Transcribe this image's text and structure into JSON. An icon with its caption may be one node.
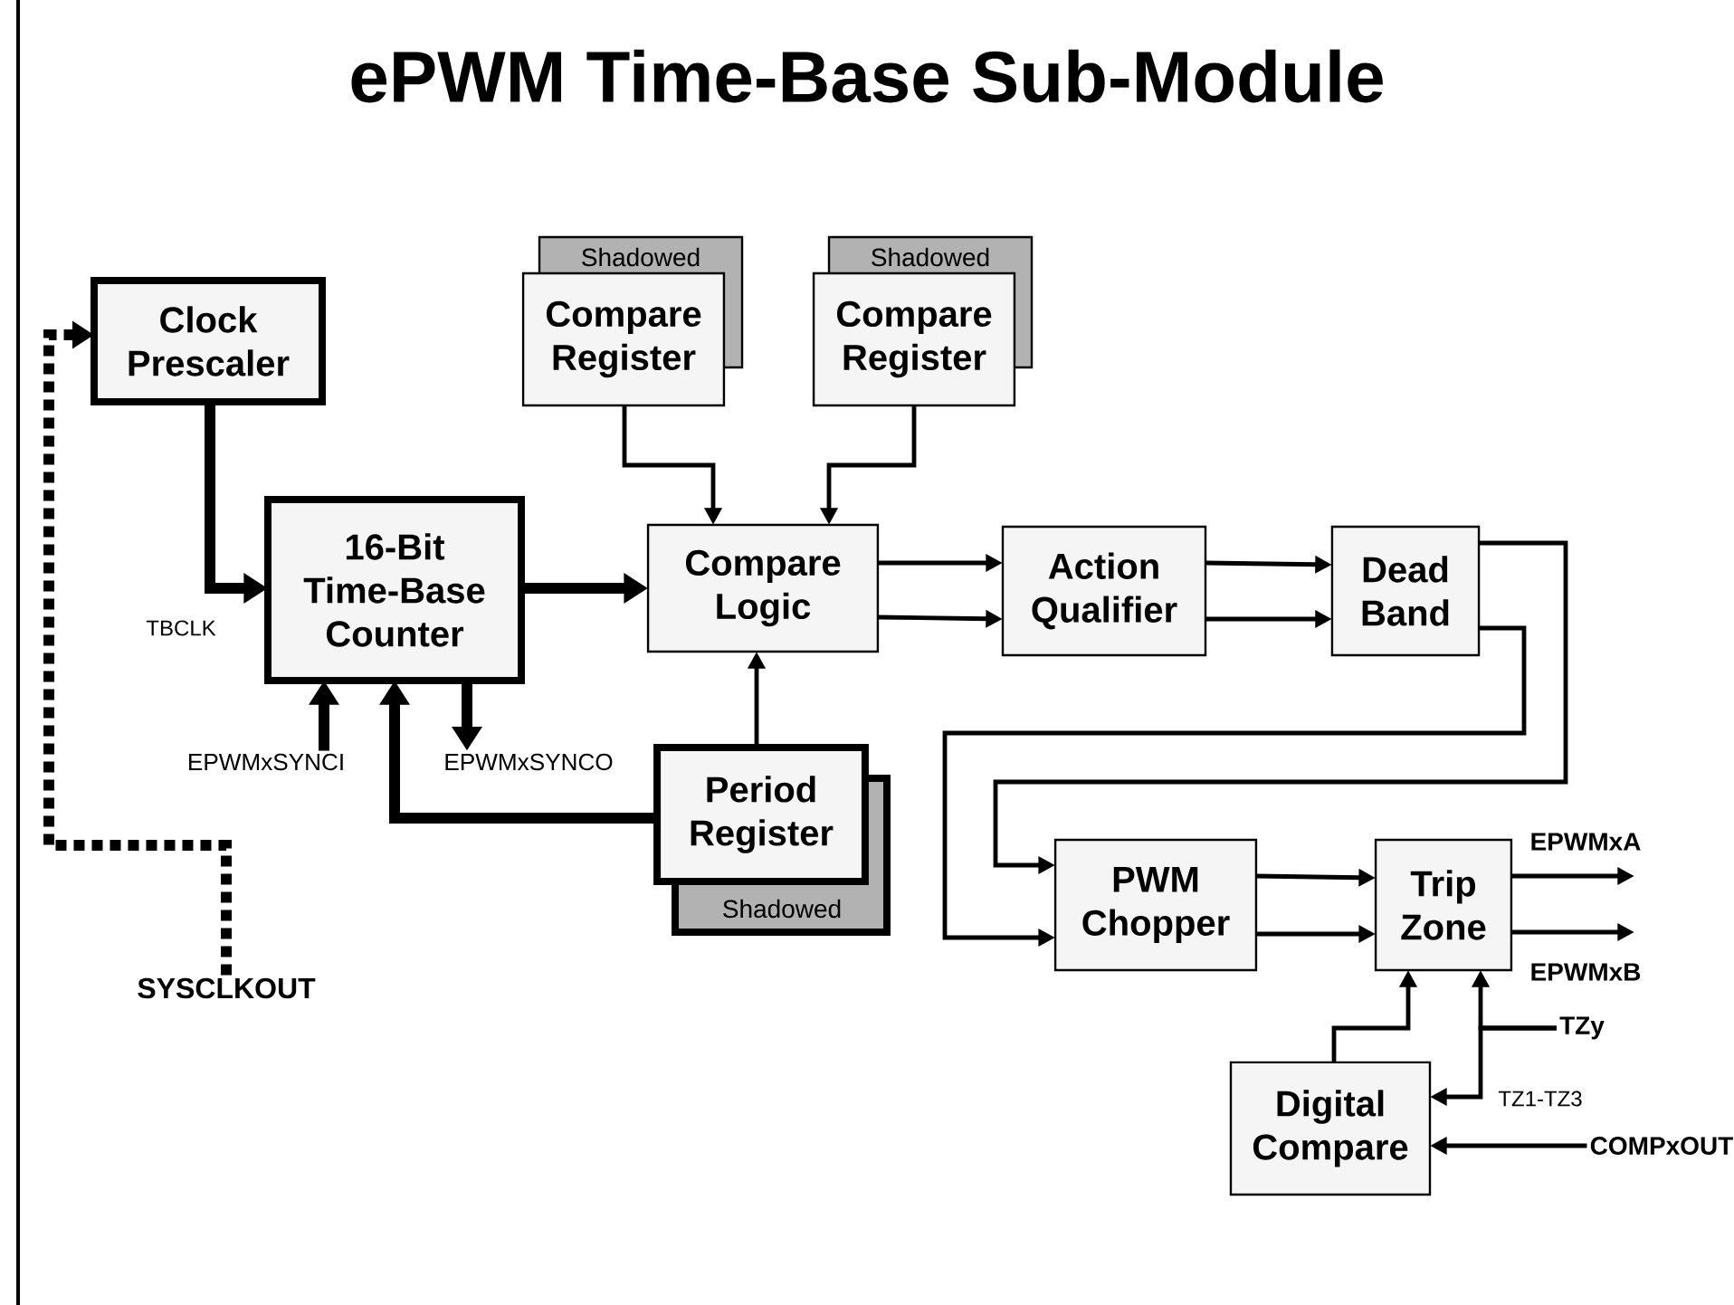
{
  "diagram": {
    "title": "ePWM Time-Base Sub-Module",
    "nodes": [
      {
        "text": [
          "Clock Prescaler"
        ]
      },
      {
        "text": [
          "Shadowed",
          "Compare Register"
        ]
      },
      {
        "text": [
          "Shadowed",
          "Compare Register"
        ]
      },
      {
        "text": [
          "16-Bit Time-Base Counter"
        ]
      },
      {
        "text": [
          "Compare Logic"
        ]
      },
      {
        "text": [
          "Action Qualifier"
        ]
      },
      {
        "text": [
          "Dead Band"
        ]
      },
      {
        "text": [
          "EPWMxSYNCI"
        ]
      },
      {
        "text": [
          "EPWMxSYNCO"
        ]
      },
      {
        "text": [
          "Period Register",
          "Shadowed"
        ]
      },
      {
        "text": [
          "PWM Chopper"
        ]
      },
      {
        "text": [
          "Trip Zone"
        ]
      },
      {
        "text": [
          "EPWMxA"
        ]
      },
      {
        "text": [
          "EPWMxB"
        ]
      },
      {
        "text": [
          "SYSCLKOUT"
        ]
      },
      {
        "text": [
          "TZy"
        ]
      },
      {
        "text": [
          "Digital Compare"
        ]
      },
      {
        "text": [
          "COMPxOUT"
        ]
      }
    ],
    "edges": [
      {
        "from": 14,
        "to": 0,
        "arrow": "to",
        "style": "dashed"
      },
      {
        "from": 0,
        "to": 3,
        "arrow": "to",
        "style": "thick",
        "label": "TBCLK"
      },
      {
        "from": 1,
        "to": 4,
        "arrow": "to"
      },
      {
        "from": 2,
        "to": 4,
        "arrow": "to"
      },
      {
        "from": 3,
        "to": 4,
        "arrow": "to",
        "style": "thick"
      },
      {
        "from": 4,
        "to": 5,
        "arrow": "to"
      },
      {
        "from": 4,
        "to": 5,
        "arrow": "to"
      },
      {
        "from": 5,
        "to": 6,
        "arrow": "to"
      },
      {
        "from": 5,
        "to": 6,
        "arrow": "to"
      },
      {
        "from": 6,
        "to": 10,
        "arrow": "to"
      },
      {
        "from": 6,
        "to": 10,
        "arrow": "to"
      },
      {
        "from": 10,
        "to": 11,
        "arrow": "to"
      },
      {
        "from": 10,
        "to": 11,
        "arrow": "to"
      },
      {
        "from": 11,
        "to": 12,
        "arrow": "to"
      },
      {
        "from": 11,
        "to": 13,
        "arrow": "to"
      },
      {
        "from": 7,
        "to": 3,
        "arrow": "to",
        "style": "thick"
      },
      {
        "from": 3,
        "to": 8,
        "arrow": "to",
        "style": "thick"
      },
      {
        "from": 9,
        "to": 3,
        "arrow": "to",
        "style": "thick"
      },
      {
        "from": 9,
        "to": 4,
        "arrow": "to"
      },
      {
        "from": 15,
        "to": 11,
        "arrow": "to"
      },
      {
        "from": 15,
        "to": 16,
        "arrow": "to",
        "label": "TZ1-TZ3"
      },
      {
        "from": 16,
        "to": 11,
        "arrow": "to"
      },
      {
        "from": 17,
        "to": 16,
        "arrow": "to"
      }
    ]
  }
}
